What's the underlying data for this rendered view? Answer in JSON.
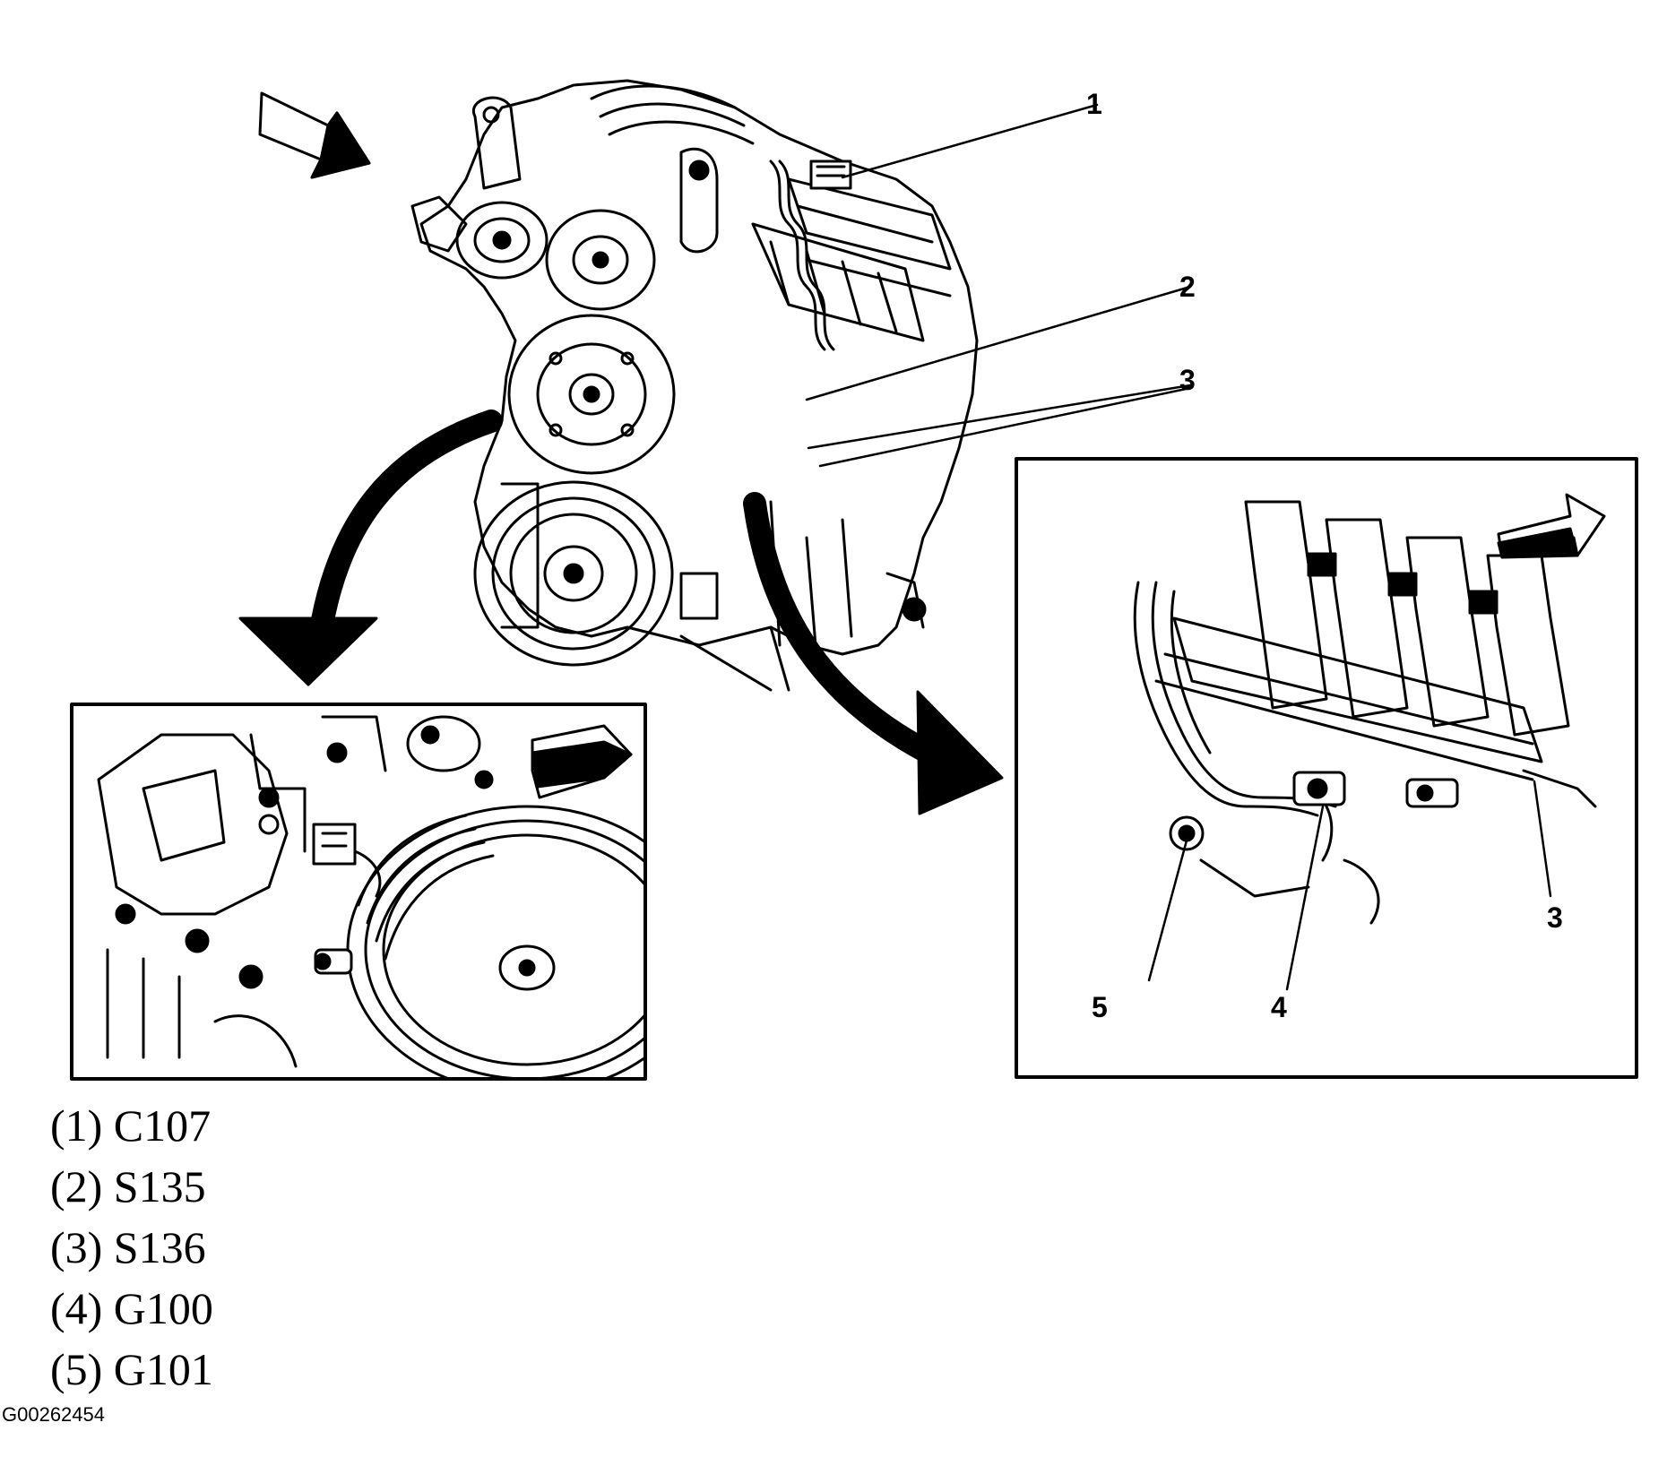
{
  "callouts": {
    "c1": "1",
    "c2": "2",
    "c3_main": "3",
    "c3_inset": "3",
    "c4": "4",
    "c5": "5"
  },
  "legend": [
    "(1) C107",
    "(2) S135",
    "(3) S136",
    "(4) G100",
    "(5) G101"
  ],
  "figure_id": "G00262454",
  "colors": {
    "ink": "#000000",
    "paper": "#ffffff"
  },
  "icons": [
    "view-direction-arrow",
    "zoom-arrow"
  ]
}
